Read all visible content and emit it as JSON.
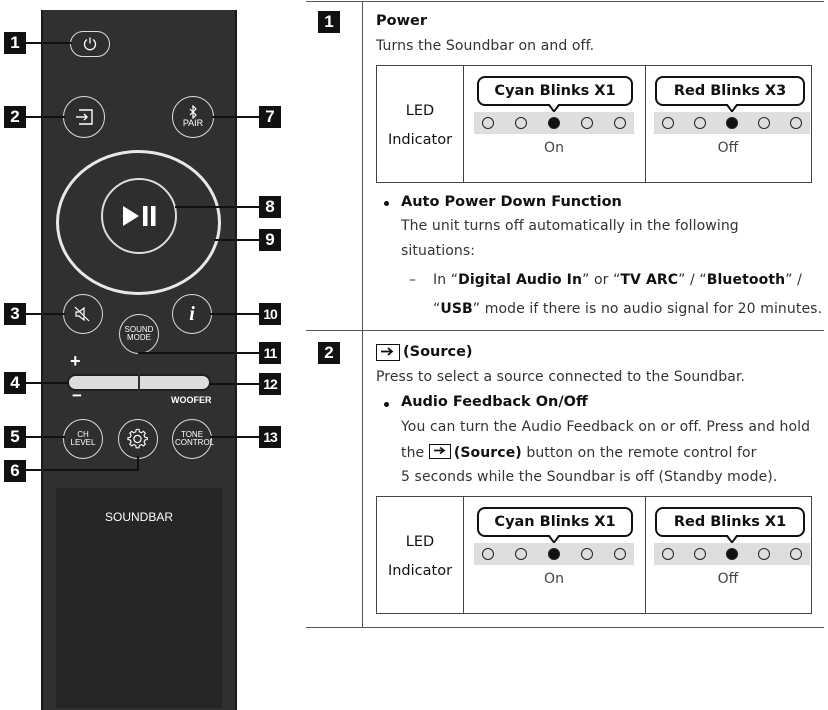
{
  "remote": {
    "buttons": {
      "sound_mode": "SOUND MODE",
      "pair": "PAIR",
      "ch_level": "CH LEVEL",
      "tone_control": "TONE CONTROL",
      "woofer": "WOOFER",
      "vol_plus": "+",
      "vol_minus": "−",
      "info": "i",
      "brand": "SOUNDBAR"
    },
    "callouts": [
      "1",
      "2",
      "3",
      "4",
      "5",
      "6",
      "7",
      "8",
      "9",
      "10",
      "11",
      "12",
      "13"
    ]
  },
  "section1": {
    "num": "1",
    "title": "Power",
    "desc": "Turns the Soundbar on and off.",
    "led": {
      "label_1": "LED",
      "label_2": "Indicator",
      "on_bubble": "Cyan Blinks X1",
      "off_bubble": "Red Blinks X3",
      "on_state": "On",
      "off_state": "Off",
      "active_dot": 3
    },
    "bullet_title": "Auto Power Down Function",
    "bullet_line1": "The unit turns off automatically in the following",
    "bullet_line2": "situations:",
    "dash": "–",
    "sub_pre": "In “",
    "sub_b1": "Digital Audio In",
    "sub_m1": "” or “",
    "sub_b2": "TV ARC",
    "sub_m2": "” / “",
    "sub_b3": "Bluetooth",
    "sub_m3": "” /",
    "sub2_pre": "“",
    "sub2_b": "USB",
    "sub2_post": "” mode if there is no audio signal for 20 minutes."
  },
  "section2": {
    "num": "2",
    "title": "(Source)",
    "desc": "Press to select a source connected to the Soundbar.",
    "bullet_title": "Audio Feedback On/Off",
    "line1": "You can turn the Audio Feedback on or off. Press and hold",
    "line2_pre": "the ",
    "line2_b": "(Source)",
    "line2_post": " button on the remote control for",
    "line3": "5 seconds while the Soundbar is off (Standby mode).",
    "led": {
      "label_1": "LED",
      "label_2": "Indicator",
      "on_bubble": "Cyan Blinks X1",
      "off_bubble": "Red Blinks X1",
      "on_state": "On",
      "off_state": "Off",
      "active_dot": 3
    }
  }
}
